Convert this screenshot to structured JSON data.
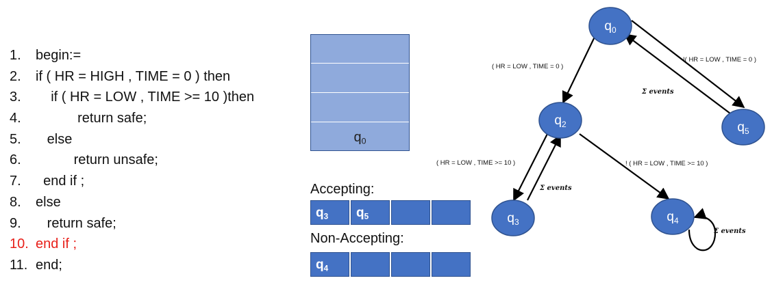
{
  "code_lines": [
    {
      "num": "1.",
      "text": "begin:="
    },
    {
      "num": "2.",
      "text": "if ( HR = HIGH , TIME = 0 ) then"
    },
    {
      "num": "3.",
      "text": "    if ( HR = LOW , TIME >= 10 )then"
    },
    {
      "num": "4.",
      "text": "           return safe;"
    },
    {
      "num": "5.",
      "text": "   else"
    },
    {
      "num": "6.",
      "text": "          return unsafe;"
    },
    {
      "num": "7.",
      "text": "  end if ;"
    },
    {
      "num": "8.",
      "text": "else"
    },
    {
      "num": "9.",
      "text": "   return safe;"
    },
    {
      "num": "10.",
      "text": "end if ;"
    },
    {
      "num": "11.",
      "text": "end;"
    }
  ],
  "highlight_color": "#e8201a",
  "stack": {
    "base": "q",
    "sub": "0"
  },
  "accepting": {
    "title": "Accepting:",
    "cells": [
      {
        "base": "q",
        "sub": "3"
      },
      {
        "base": "q",
        "sub": "5"
      },
      {
        "base": "",
        "sub": ""
      },
      {
        "base": "",
        "sub": ""
      }
    ]
  },
  "non_accepting": {
    "title": "Non-Accepting:",
    "cells": [
      {
        "base": "q",
        "sub": "4"
      },
      {
        "base": "",
        "sub": ""
      },
      {
        "base": "",
        "sub": ""
      },
      {
        "base": "",
        "sub": ""
      }
    ]
  },
  "states": [
    {
      "id": "q0",
      "base": "q",
      "sub": "0"
    },
    {
      "id": "q2",
      "base": "q",
      "sub": "2"
    },
    {
      "id": "q5",
      "base": "q",
      "sub": "5"
    },
    {
      "id": "q3",
      "base": "q",
      "sub": "3"
    },
    {
      "id": "q4",
      "base": "q",
      "sub": "4"
    }
  ],
  "transitions": [
    {
      "from": "q0",
      "to": "q2",
      "label": "( HR = LOW , TIME = 0 )"
    },
    {
      "from": "q0",
      "to": "q5",
      "label": "!( HR = LOW , TIME = 0 )"
    },
    {
      "from": "q5",
      "to": "q0",
      "label": "Σ events"
    },
    {
      "from": "q2",
      "to": "q3",
      "label": "( HR = LOW , TIME >= 10 )"
    },
    {
      "from": "q3",
      "to": "q2",
      "label": "Σ events"
    },
    {
      "from": "q2",
      "to": "q4",
      "label": "! ( HR = LOW , TIME >= 10 )"
    },
    {
      "from": "q4",
      "to": "q4",
      "label": "Σ events"
    }
  ],
  "state_color": "#4472c4"
}
